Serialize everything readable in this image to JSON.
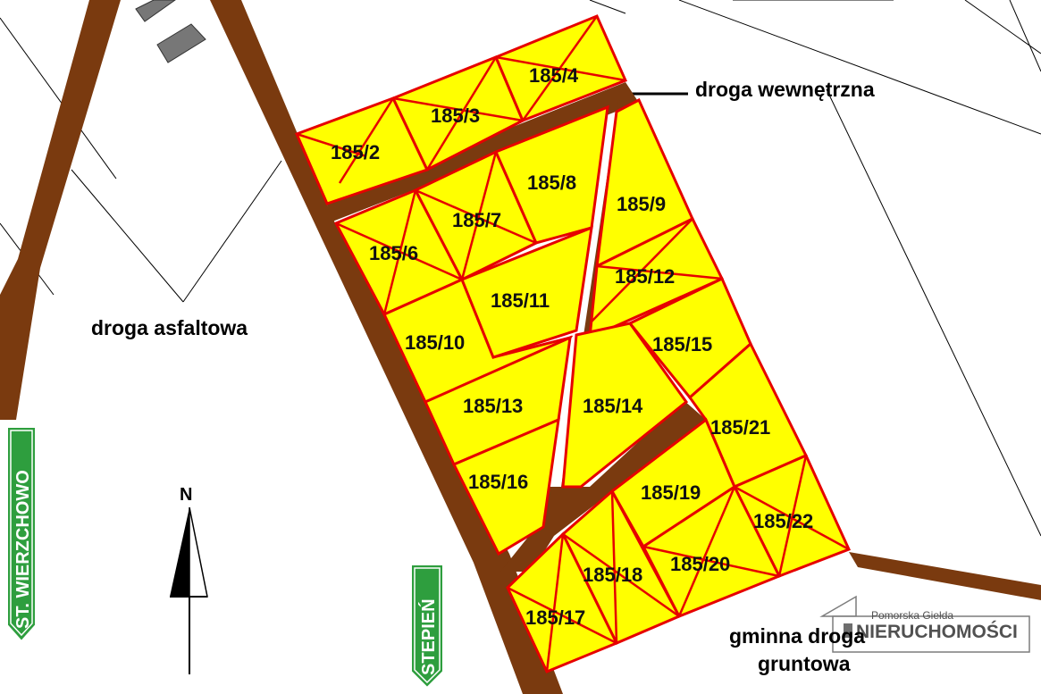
{
  "labels": {
    "internal_road": "droga wewnętrzna",
    "asphalt_road": "droga asfaltowa",
    "dirt_road_line1": "gminna droga",
    "dirt_road_line2": "gruntowa",
    "north": "N"
  },
  "signs": {
    "left": "ST. WIERZCHOWO",
    "right": "STEPIEŃ"
  },
  "logo": {
    "line1": "Pomorska Giełda",
    "line2": "NIERUCHOMOŚCI"
  },
  "plots": [
    "185/2",
    "185/3",
    "185/4",
    "185/6",
    "185/7",
    "185/8",
    "185/9",
    "185/10",
    "185/11",
    "185/12",
    "185/13",
    "185/14",
    "185/15",
    "185/16",
    "185/17",
    "185/18",
    "185/19",
    "185/20",
    "185/21",
    "185/22"
  ],
  "colors": {
    "plot_fill": "#ffff00",
    "plot_border": "#e60000",
    "road": "#7a3a0f",
    "sign_green": "#2e9e3e"
  }
}
